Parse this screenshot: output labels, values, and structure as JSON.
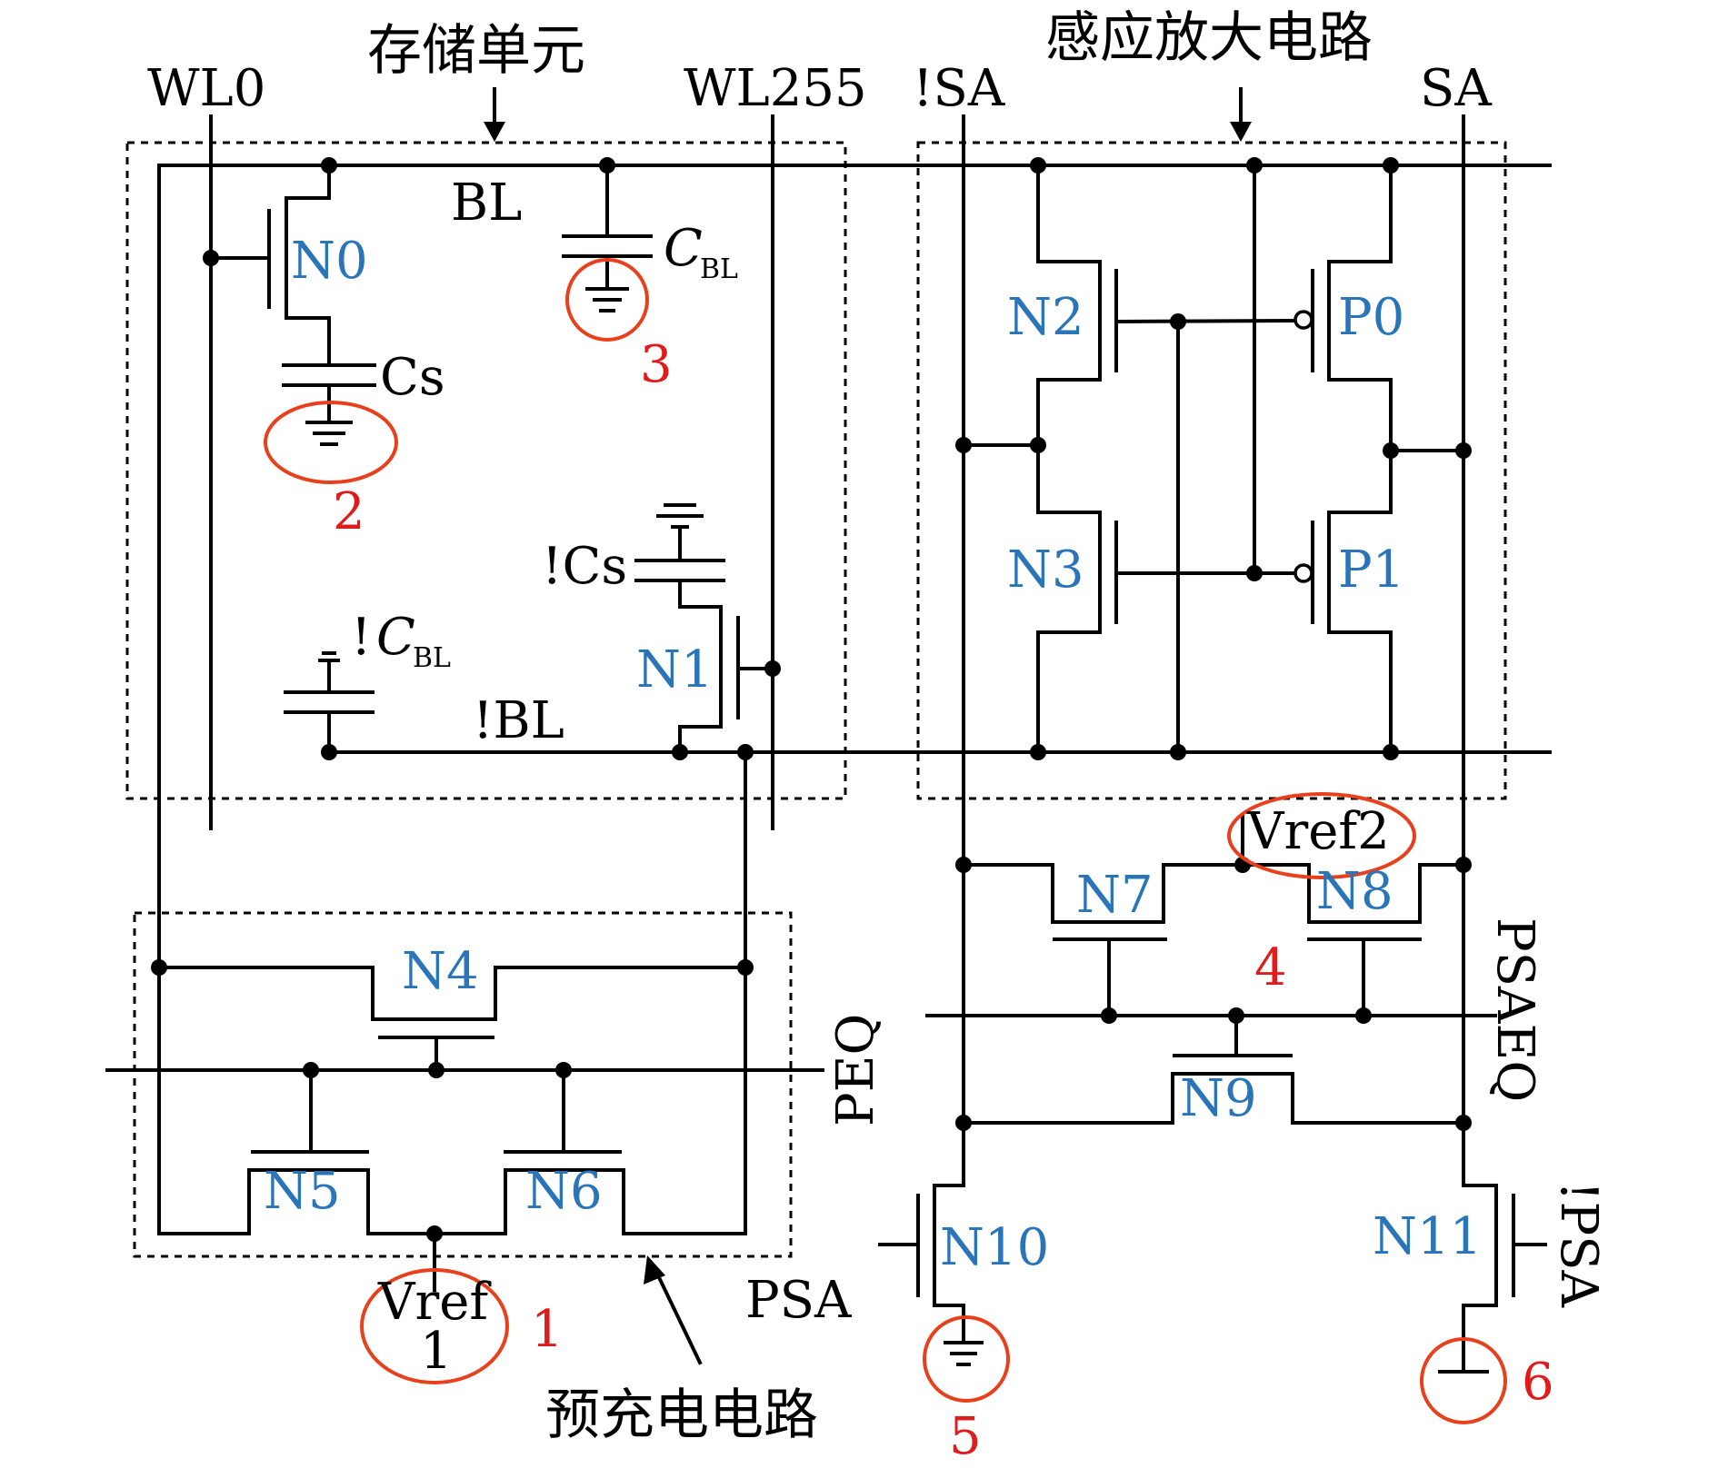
{
  "sections": {
    "memory_cell": "存储单元",
    "sense_amp": "感应放大电路",
    "precharge": "预充电电路"
  },
  "signals": {
    "wl0": "WL0",
    "wl255": "WL255",
    "nsa": "!SA",
    "sa": "SA",
    "bl": "BL",
    "nbl": "!BL",
    "cs": "Cs",
    "ncs": "!Cs",
    "cbl_main": "C",
    "cbl_sub": "BL",
    "ncbl_prefix": "!",
    "ncbl_main": "C",
    "ncbl_sub": "BL",
    "peq": "PEQ",
    "psaeq": "PSAEQ",
    "psa": "PSA",
    "npsa": "!PSA",
    "vref_line1": "Vref",
    "vref_line2": "1",
    "vref2": "Vref2"
  },
  "devices": {
    "n0": "N0",
    "n1": "N1",
    "n2": "N2",
    "n3": "N3",
    "p0": "P0",
    "p1": "P1",
    "n4": "N4",
    "n5": "N5",
    "n6": "N6",
    "n7": "N7",
    "n8": "N8",
    "n9": "N9",
    "n10": "N10",
    "n11": "N11"
  },
  "markers": {
    "m1": "1",
    "m2": "2",
    "m3": "3",
    "m4": "4",
    "m5": "5",
    "m6": "6"
  },
  "colors": {
    "wire": "#000000",
    "device_label": "#2a74b8",
    "marker_label": "#e01b1b",
    "marker_ring": "#e8401c"
  }
}
